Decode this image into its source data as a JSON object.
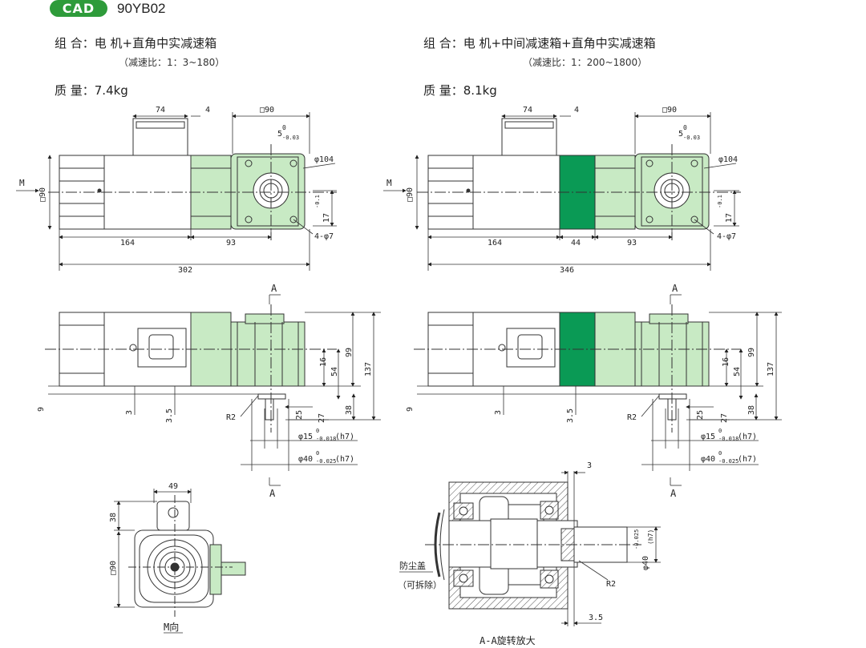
{
  "badge": {
    "label": "CAD",
    "model": "90YB02"
  },
  "left": {
    "combo": "组 合：电 机+直角中实减速箱",
    "ratio": "（减速比：1：3~180）",
    "mass": "质 量：7.4kg",
    "dims": {
      "d74": "74",
      "d4": "4",
      "sq90": "□90",
      "d5": "5",
      "d5tol": "-0.03",
      "d5up": "0",
      "phi104": "φ104",
      "m": "M",
      "sq90v": "□90",
      "d17": "17",
      "d17tol": "-0.1",
      "d17up": "0",
      "holes": "4-φ7",
      "d164": "164",
      "d93": "93",
      "d302": "302",
      "a": "A",
      "d16": "16",
      "d54": "54",
      "d99": "99",
      "d137": "137",
      "d9": "9",
      "d3": "3",
      "d35": "3.5",
      "r2": "R2",
      "d25": "25",
      "d27": "27",
      "d38": "38",
      "phi15": "φ15",
      "phi15tol": "-0.018",
      "phi15fit": "(h7)",
      "phi40": "φ40",
      "phi40tol": "-0.025",
      "phi40fit": "(h7)",
      "up0": "0"
    }
  },
  "right": {
    "combo": "组 合：电 机+中间减速箱+直角中实减速箱",
    "ratio": "（减速比：1：200~1800）",
    "mass": "质 量：8.1kg",
    "dims": {
      "d74": "74",
      "d4": "4",
      "sq90": "□90",
      "d5": "5",
      "d5tol": "-0.03",
      "d5up": "0",
      "phi104": "φ104",
      "m": "M",
      "sq90v": "□90",
      "d17": "17",
      "d17tol": "-0.1",
      "d17up": "0",
      "holes": "4-φ7",
      "d164": "164",
      "d44": "44",
      "d93": "93",
      "d346": "346",
      "a": "A",
      "d16": "16",
      "d54": "54",
      "d99": "99",
      "d137": "137",
      "d9": "9",
      "d3": "3",
      "d35": "3.5",
      "r2": "R2",
      "d25": "25",
      "d27": "27",
      "d38": "38",
      "phi15": "φ15",
      "phi15tol": "-0.018",
      "phi15fit": "(h7)",
      "phi40": "φ40",
      "phi40tol": "-0.025",
      "phi40fit": "(h7)",
      "up0": "0"
    }
  },
  "mview": {
    "d49": "49",
    "d38": "38",
    "sq90": "□90",
    "caption": "M向"
  },
  "section": {
    "d3": "3",
    "d35": "3.5",
    "phi40": "φ40",
    "phi40tol": "-0.025",
    "phi40fit": "(h7)",
    "up0": "0",
    "r2": "R2",
    "dust1": "防尘盖",
    "dust2": "（可拆除）",
    "caption": "A-A旋转放大"
  },
  "colors": {
    "gear_light": "#c8eac4",
    "gear_dark": "#0a9a55",
    "badge": "#2e9b3a"
  }
}
